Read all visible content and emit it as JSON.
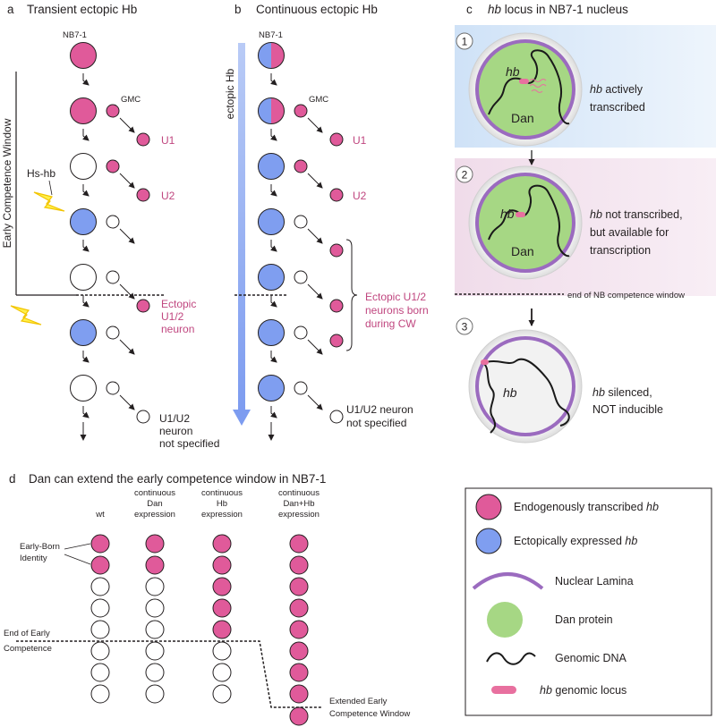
{
  "panel_a": {
    "letter": "a",
    "title": "Transient ectopic Hb",
    "nb_label": "NB7-1",
    "gmc_label": "GMC",
    "u1": "U1",
    "u2": "U2",
    "hs_hb": "Hs-hb",
    "window_label": "Early Competence Window",
    "ectopic_line1": "Ectopic",
    "ectopic_line2": "U1/2",
    "ectopic_line3": "neuron",
    "unspec_line1": "U1/U2",
    "unspec_line2": "neuron",
    "unspec_line3": "not specified"
  },
  "panel_b": {
    "letter": "b",
    "title": "Continuous ectopic Hb",
    "nb_label": "NB7-1",
    "gmc_label": "GMC",
    "bar_label": "ectopic Hb",
    "u1": "U1",
    "u2": "U2",
    "ectopic_line1": "Ectopic U1/2",
    "ectopic_line2": "neurons born",
    "ectopic_line3": "during CW",
    "unspec_line1": "U1/U2 neuron",
    "unspec_line2": "not specified"
  },
  "panel_c": {
    "letter": "c",
    "title_italic": "hb",
    "title_rest": " locus in NB7-1 nucleus",
    "states": [
      {
        "num": "1",
        "gene": "hb",
        "protein": "Dan",
        "desc_italic": "hb",
        "desc1": " actively",
        "desc2": "transcribed",
        "desc3": ""
      },
      {
        "num": "2",
        "gene": "hb",
        "protein": "Dan",
        "desc_italic": "hb",
        "desc1": " not transcribed,",
        "desc2": "but available for",
        "desc3": "transcription"
      },
      {
        "num": "3",
        "gene": "hb",
        "protein": "",
        "desc_italic": "hb",
        "desc1": " silenced,",
        "desc2": "NOT inducible",
        "desc3": ""
      }
    ],
    "end_window_label": "end of NB competence window"
  },
  "panel_d": {
    "letter": "d",
    "title": "Dan can extend the early competence window in NB7-1",
    "columns": [
      {
        "label1": "",
        "label2": "",
        "label3": "wt",
        "pink": 2
      },
      {
        "label1": "continuous",
        "label2": "Dan",
        "label3": "expression",
        "pink": 2
      },
      {
        "label1": "continuous",
        "label2": "Hb",
        "label3": "expression",
        "pink": 5
      },
      {
        "label1": "continuous",
        "label2": "Dan+Hb",
        "label3": "expression",
        "pink": 9
      }
    ],
    "early_born_1": "Early-Born",
    "early_born_2": "Identity",
    "end_early_1": "End of Early",
    "end_early_2": "Competence",
    "extended_1": "Extended Early",
    "extended_2": "Competence Window"
  },
  "legend": {
    "items": [
      {
        "text": "Endogenously transcribed ",
        "italic": "hb"
      },
      {
        "text": "Ectopically expressed ",
        "italic": "hb"
      },
      {
        "text": "Nuclear Lamina",
        "italic": ""
      },
      {
        "text": "Dan protein",
        "italic": ""
      },
      {
        "text": "Genomic DNA",
        "italic": ""
      },
      {
        "text": "",
        "italic": "hb",
        "after": " genomic locus"
      }
    ]
  },
  "colors": {
    "endogenous_pink": "#e05a9a",
    "ectopic_blue": "#7f9ef0",
    "lamina_purple": "#9b6bbf",
    "dan_green": "#a6d784",
    "label_pink": "#c0467f",
    "state1_bg": "#dbe9f8",
    "state2_bg": "#f3e3ef",
    "bar_blue": "#8eaaf0"
  }
}
